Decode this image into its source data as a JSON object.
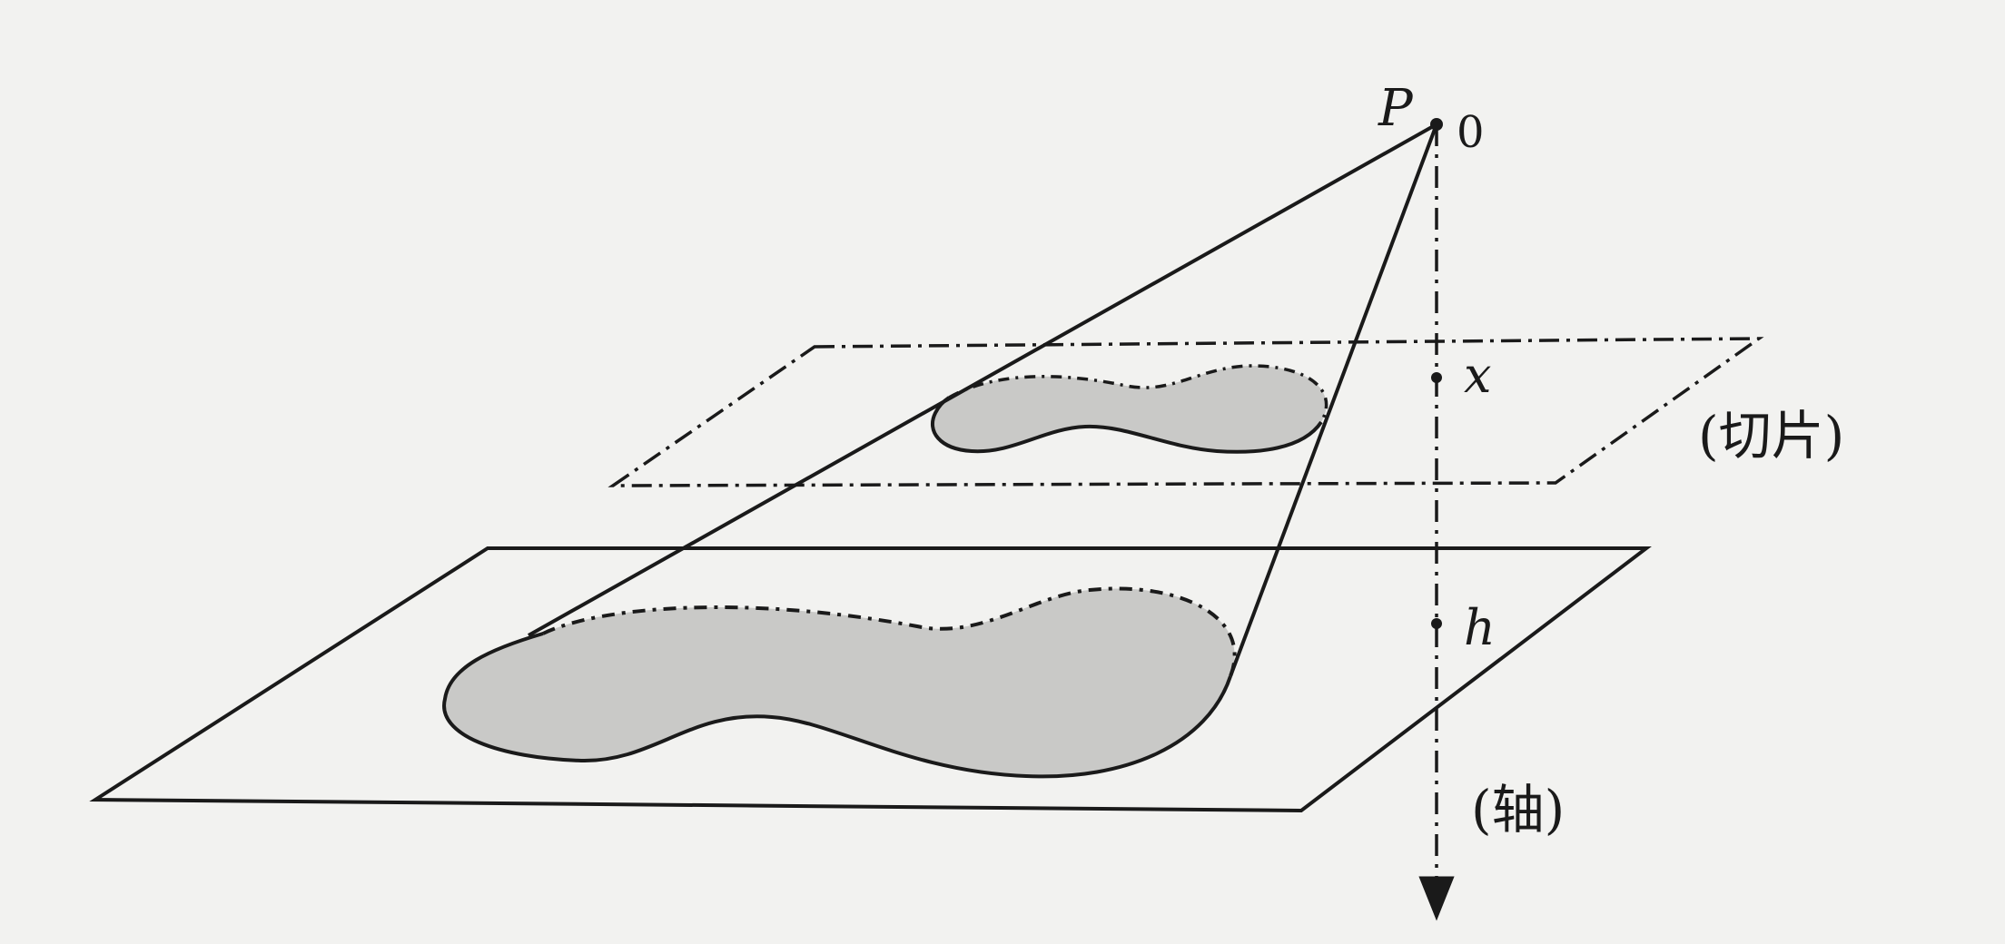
{
  "labels": {
    "apex": "P",
    "origin": "0",
    "slice_position": "x",
    "height": "h",
    "slice": "(切片)",
    "axis": "(轴)"
  },
  "colors": {
    "ink": "#1a1a1a",
    "region_fill": "#c9c9c7",
    "background": "#f2f2f0"
  }
}
